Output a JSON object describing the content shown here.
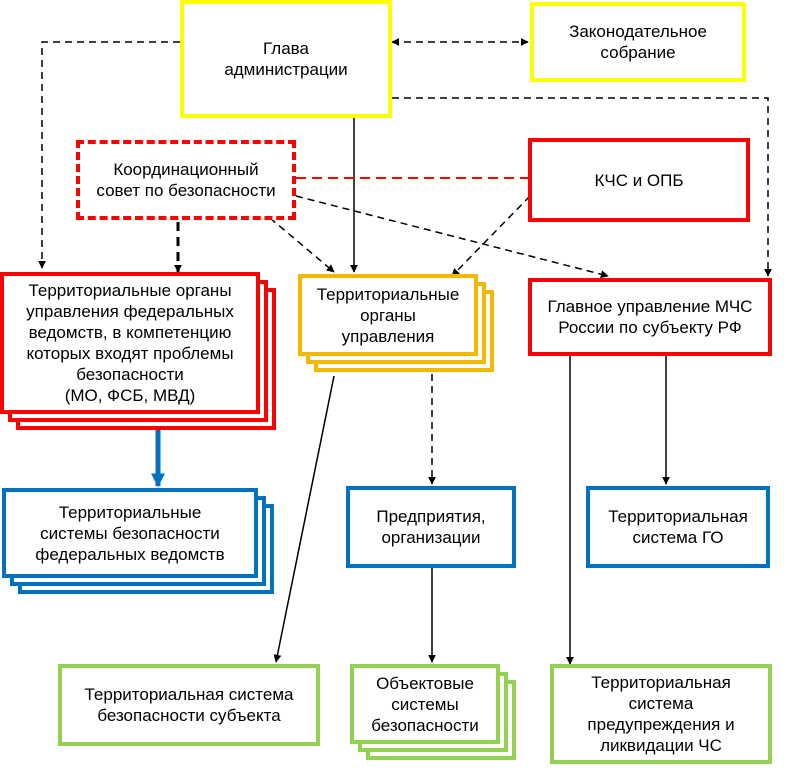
{
  "nodes": {
    "head": "Глава\nадминистрации",
    "legislature": "Законодательное\nсобрание",
    "coord_council": "Координационный\nсовет по безопасности",
    "kchs": "КЧС и ОПБ",
    "fed_bodies": "Территориальные органы\nуправления федеральных\nведомств, в компетенцию\nкоторых входят проблемы\nбезопасности\n(МО, ФСБ, МВД)",
    "terr_bodies": "Территориальные\nорганы\nуправления",
    "mchs": "Главное управление МЧС\nРоссии по субъекту РФ",
    "fed_security": "Территориальные\nсистемы безопасности\nфедеральных ведомств",
    "enterprises": "Предприятия,\nорганизации",
    "go_system": "Территориальная\nсистема ГО",
    "subject_security": "Территориальная система\nбезопасности субъекта",
    "object_security": "Объектовые\nсистемы\nбезопасности",
    "rschs": "Территориальная\nсистема\nпредупреждения и\nликвидации ЧС"
  },
  "colors": {
    "yellow": "#ffff00",
    "orange": "#f5b800",
    "red": "#ff0000",
    "blue": "#0070c0",
    "green": "#92d050",
    "line": "#000000"
  }
}
